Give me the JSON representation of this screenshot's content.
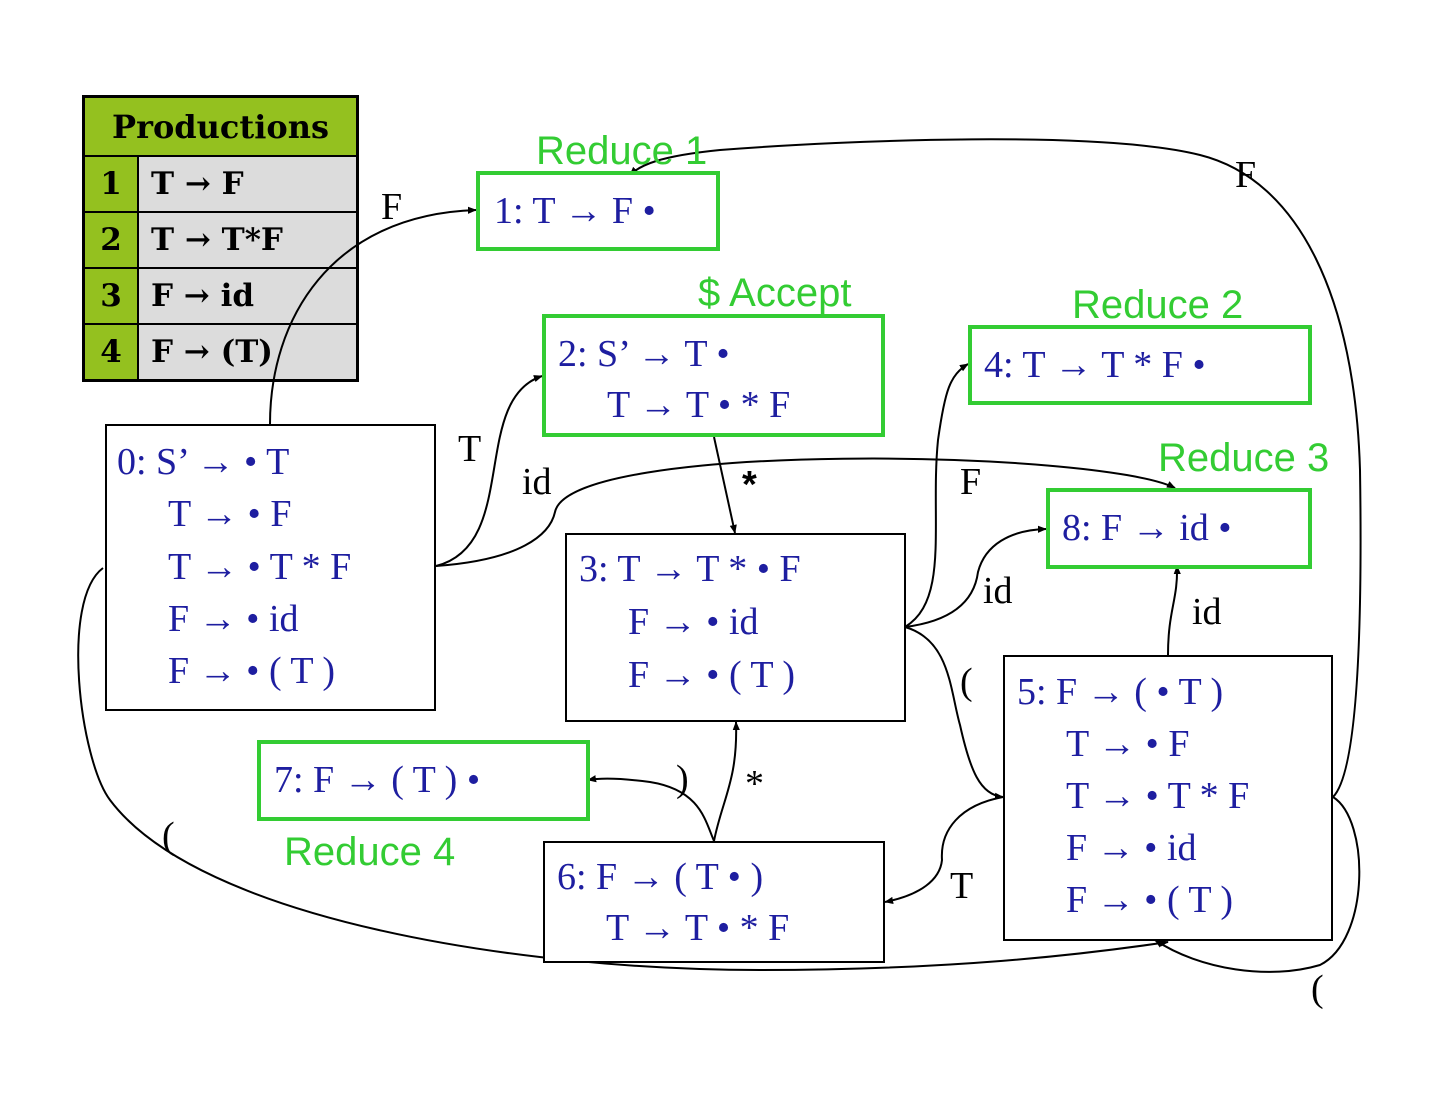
{
  "productions": {
    "header": "Productions",
    "rows": [
      {
        "num": "1",
        "rule": "T → F"
      },
      {
        "num": "2",
        "rule": "T → T*F"
      },
      {
        "num": "3",
        "rule": "F → id"
      },
      {
        "num": "4",
        "rule": "F → (T)"
      }
    ]
  },
  "states": {
    "s0": [
      "0: S’ → • T",
      "T → • F",
      "T → • T * F",
      "F → • id",
      "F → • ( T )"
    ],
    "s1": [
      "1: T → F •"
    ],
    "s2": [
      "2: S’ → T •",
      "T → T • * F"
    ],
    "s3": [
      "3: T → T * • F",
      "F → • id",
      "F → • ( T )"
    ],
    "s4": [
      "4: T → T * F •"
    ],
    "s5": [
      "5: F → ( • T )",
      "T → • F",
      "T → • T * F",
      "F → • id",
      "F → • ( T )"
    ],
    "s6": [
      "6: F → ( T • )",
      "T → T • * F"
    ],
    "s7": [
      "7: F → ( T ) •"
    ],
    "s8": [
      "8: F → id •"
    ]
  },
  "captions": {
    "reduce1": "Reduce 1",
    "accept": "$ Accept",
    "reduce2": "Reduce 2",
    "reduce3": "Reduce 3",
    "reduce4": "Reduce 4"
  },
  "edge_labels": {
    "s0_s1": "F",
    "s0_s2": "T",
    "s0_s8": "id",
    "s0_s5": "(",
    "s2_s3": "*",
    "s3_s4": "F",
    "s3_s8": "id",
    "s3_s5": "(",
    "s5_s8": "id",
    "s5_s1": "F",
    "s5_s6": "T",
    "s5_s5": "(",
    "s6_s7": ")",
    "s6_s3": "*"
  },
  "colors": {
    "state_text": "#1e1ea0",
    "reduce_border": "#33cc33",
    "table_header": "#94c11f",
    "table_rule_bg": "#dcdcdc"
  }
}
